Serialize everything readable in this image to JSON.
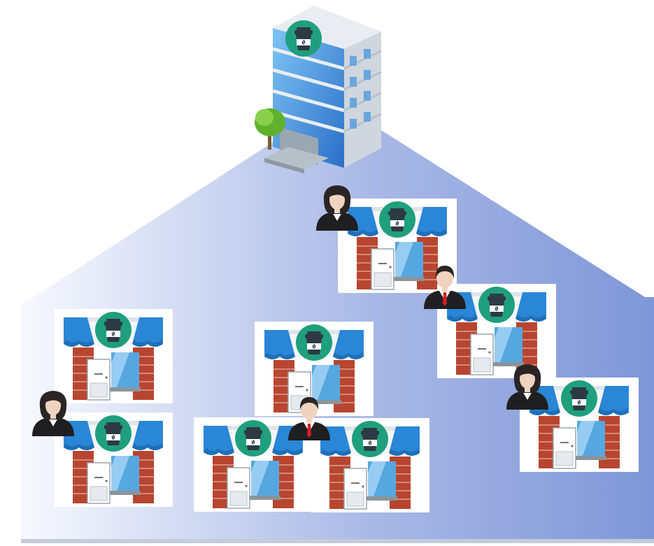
{
  "diagram": {
    "headquarters": {
      "icon": "office-building-icon",
      "logo": "coffee-cup-logo"
    },
    "stores": [
      {
        "icon": "storefront-icon",
        "logo": "coffee-cup-logo"
      },
      {
        "icon": "storefront-icon",
        "logo": "coffee-cup-logo"
      },
      {
        "icon": "storefront-icon",
        "logo": "coffee-cup-logo"
      },
      {
        "icon": "storefront-icon",
        "logo": "coffee-cup-logo"
      },
      {
        "icon": "storefront-icon",
        "logo": "coffee-cup-logo"
      },
      {
        "icon": "storefront-icon",
        "logo": "coffee-cup-logo"
      },
      {
        "icon": "storefront-icon",
        "logo": "coffee-cup-logo"
      },
      {
        "icon": "storefront-icon",
        "logo": "coffee-cup-logo"
      }
    ],
    "people": [
      {
        "icon": "businesswoman-icon"
      },
      {
        "icon": "businessman-icon"
      },
      {
        "icon": "businesswoman-icon"
      },
      {
        "icon": "businesswoman-icon"
      },
      {
        "icon": "businessman-icon"
      }
    ],
    "colors": {
      "region_light": "#ffffff",
      "region_dark": "#7f97d8",
      "awning_blue": "#2a86d6",
      "brick": "#b8452f",
      "logo_green": "#1f9f7d",
      "cup_dark": "#2d3a45"
    }
  }
}
